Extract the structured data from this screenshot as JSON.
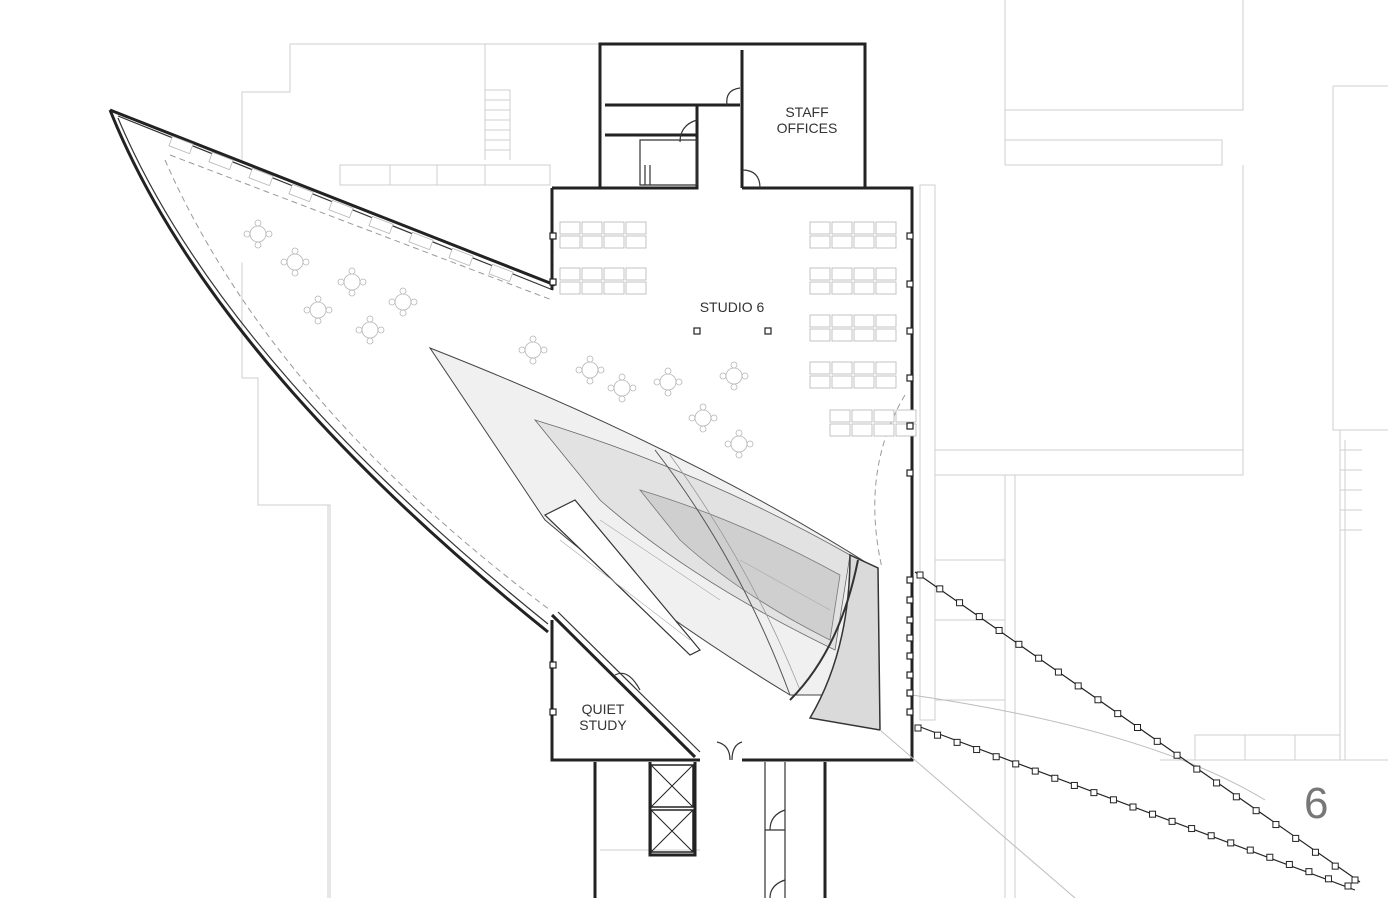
{
  "plan": {
    "floor_number": "6",
    "rooms": {
      "staff_offices": [
        "STAFF",
        "OFFICES"
      ],
      "studio": "STUDIO 6",
      "quiet_study": [
        "QUIET",
        "STUDY"
      ]
    }
  },
  "colors": {
    "wall": "#222222",
    "context_lines": "#cfcfcf",
    "atrium_light": "#f0f0f0",
    "atrium_mid": "#e2e2e2",
    "atrium_dark": "#cfcfcf",
    "floor_number": "#777777"
  }
}
